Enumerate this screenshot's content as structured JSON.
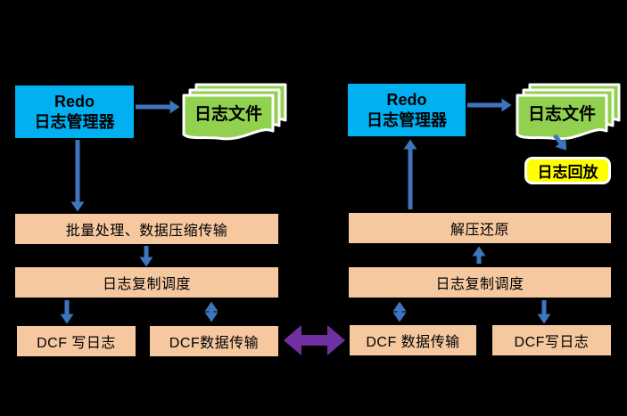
{
  "diagram_title": "Redo log management and replication flow",
  "colors": {
    "background": "#000000",
    "manager_box": "#00B0F0",
    "process_box": "#F6C8A0",
    "file_shape": "#92D050",
    "replay_box": "#FFFF00",
    "arrow_blue": "#3E75BE",
    "link_arrow_purple": "#7030A0",
    "shape_border": "#FFFFFF",
    "text": "#000000"
  },
  "left": {
    "manager": {
      "line1": "Redo",
      "line2": "日志管理器"
    },
    "log_files": "日志文件",
    "rows": {
      "batch": "批量处理、数据压缩传输",
      "schedule": "日志复制调度",
      "write": "DCF 写日志",
      "transfer": "DCF数据传输"
    }
  },
  "right": {
    "manager": {
      "line1": "Redo",
      "line2": "日志管理器"
    },
    "log_files": "日志文件",
    "replay": "日志回放",
    "rows": {
      "decompress": "解压还原",
      "schedule": "日志复制调度",
      "transfer": "DCF 数据传输",
      "write": "DCF写日志"
    }
  }
}
